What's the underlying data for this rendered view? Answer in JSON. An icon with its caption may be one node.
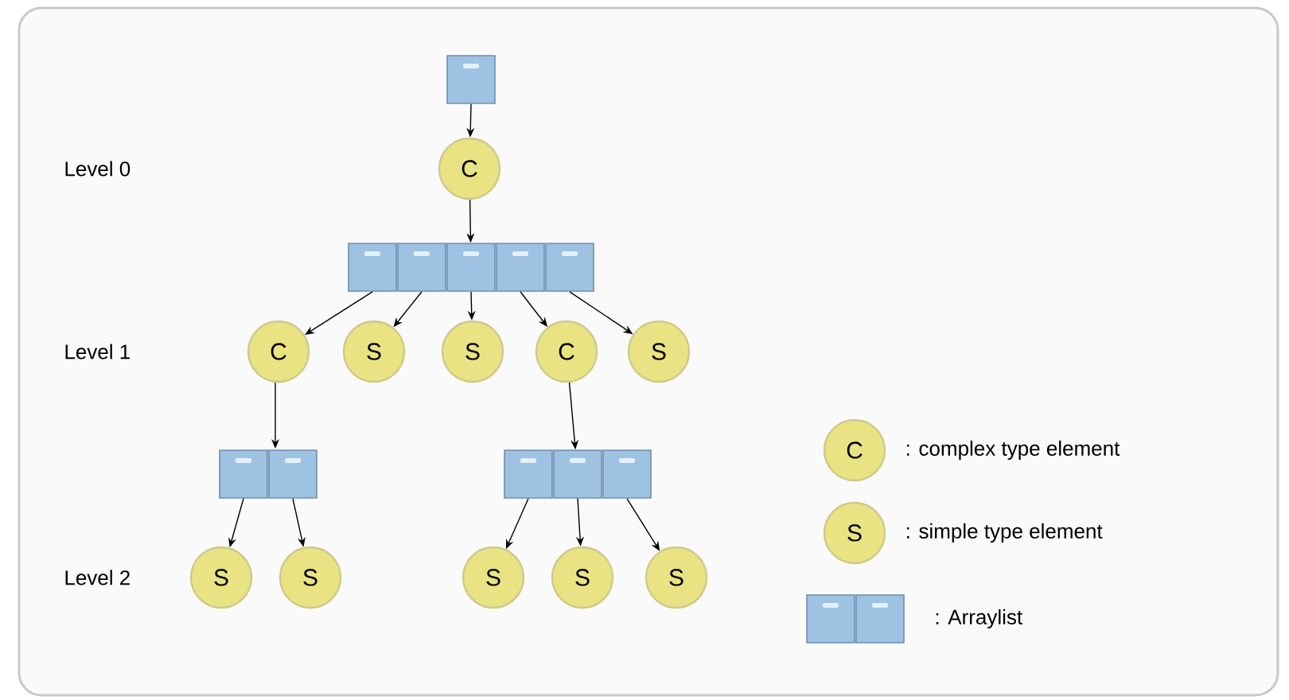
{
  "diagram": {
    "nodes": [
      {
        "text": [],
        "shape": "box"
      },
      {
        "text": [
          "C"
        ]
      },
      {
        "text": [],
        "shape": "box"
      },
      {
        "text": [],
        "shape": "box"
      },
      {
        "text": [],
        "shape": "box"
      },
      {
        "text": [],
        "shape": "box"
      },
      {
        "text": [],
        "shape": "box"
      },
      {
        "text": [
          "C"
        ]
      },
      {
        "text": [
          "S"
        ]
      },
      {
        "text": [
          "S"
        ]
      },
      {
        "text": [
          "C"
        ]
      },
      {
        "text": [
          "S"
        ]
      },
      {
        "text": [],
        "shape": "box"
      },
      {
        "text": [],
        "shape": "box"
      },
      {
        "text": [],
        "shape": "box"
      },
      {
        "text": [],
        "shape": "box"
      },
      {
        "text": [],
        "shape": "box"
      },
      {
        "text": [
          "S"
        ]
      },
      {
        "text": [
          "S"
        ]
      },
      {
        "text": [
          "S"
        ]
      },
      {
        "text": [
          "S"
        ]
      },
      {
        "text": [
          "S"
        ]
      },
      {
        "text": [
          "C"
        ],
        "beside": [
          ": complex type element"
        ]
      },
      {
        "text": [
          "S"
        ],
        "beside": [
          ": simple type element"
        ]
      }
    ],
    "edges": [
      {
        "from": 0,
        "to": 1,
        "arrow": "to"
      },
      {
        "from": 1,
        "to": 4,
        "arrow": "to"
      },
      {
        "from": 2,
        "to": 7,
        "arrow": "to"
      },
      {
        "from": 3,
        "to": 8,
        "arrow": "to"
      },
      {
        "from": 4,
        "to": 9,
        "arrow": "to"
      },
      {
        "from": 5,
        "to": 10,
        "arrow": "to"
      },
      {
        "from": 6,
        "to": 11,
        "arrow": "to"
      },
      {
        "from": 7,
        "to": 12,
        "arrow": "to"
      },
      {
        "from": 10,
        "to": 15,
        "arrow": "to"
      },
      {
        "from": 12,
        "to": 17,
        "arrow": "to"
      },
      {
        "from": 13,
        "to": 18,
        "arrow": "to"
      },
      {
        "from": 14,
        "to": 19,
        "arrow": "to"
      },
      {
        "from": 15,
        "to": 20,
        "arrow": "to"
      },
      {
        "from": 16,
        "to": 21,
        "arrow": "to"
      }
    ],
    "labels": [
      "Level 0",
      "Level 1",
      "Level 2"
    ],
    "legend": [
      {
        "text": ": Arraylist"
      }
    ]
  }
}
